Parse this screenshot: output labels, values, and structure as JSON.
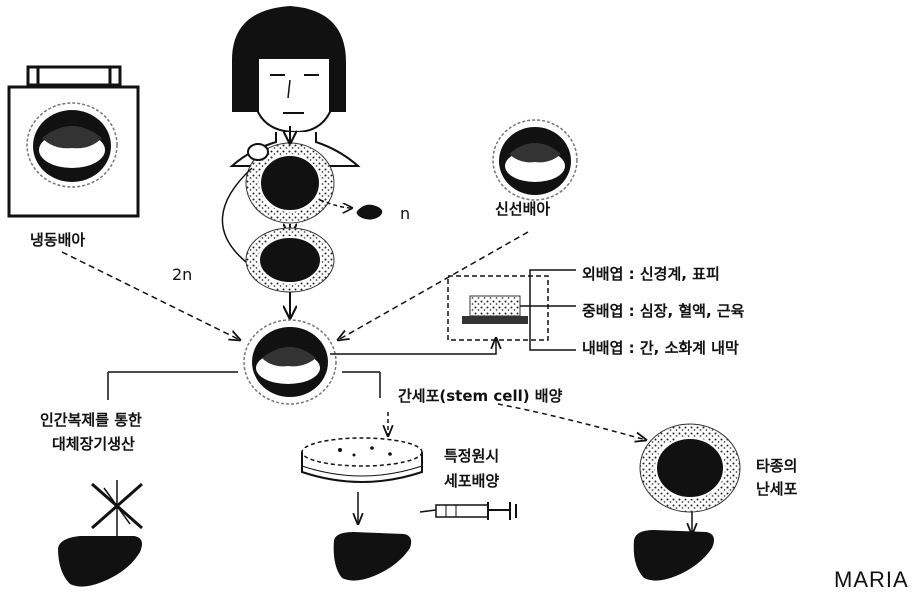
{
  "labels": {
    "frozen_embryo": "냉동배아",
    "fresh_embryo": "신선배아",
    "haploid": "n",
    "diploid": "2n",
    "ectoderm": "외배엽 : 신경계, 표피",
    "mesoderm": "중배엽 : 심장, 혈액, 근육",
    "endoderm": "내배엽 : 간, 소화계 내막",
    "stem_cell_culture": "간세포(stem cell) 배양",
    "human_cloning_line1": "인간복제를 통한",
    "human_cloning_line2": "대체장기생산",
    "specific_cell_line1": "특정원시",
    "specific_cell_line2": "세포배양",
    "other_species_line1": "타종의",
    "other_species_line2": "난세포",
    "brand": "MARIA"
  },
  "icons": [
    "freezer-icon",
    "woman-face-icon",
    "egg-cell-icon",
    "embryo-icon",
    "petri-dish-icon",
    "syringe-icon",
    "liver-icon",
    "cross-mark-icon"
  ]
}
